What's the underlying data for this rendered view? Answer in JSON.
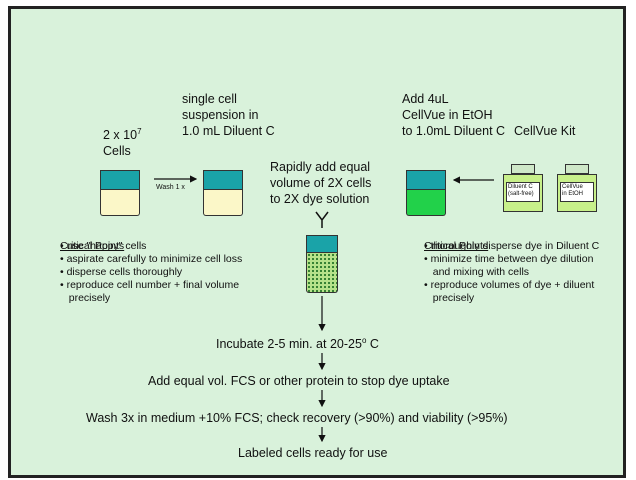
{
  "steps": {
    "cells_count": "2 x 10",
    "cells_exp": "7",
    "cells_word": "Cells",
    "single_cell": [
      "single cell",
      "suspension in",
      "1.0 mL Diluent C"
    ],
    "wash_label": "Wash 1 x",
    "add_dye": [
      "Add 4uL",
      "CellVue in EtOH",
      "to 1.0mL Diluent C"
    ],
    "kit": "CellVue Kit",
    "kit_bottle_1": [
      "Diluent C",
      "(salt-free)"
    ],
    "kit_bottle_2": [
      "CellVue",
      "in EtOH"
    ],
    "rapidly_add": [
      "Rapidly add equal",
      "volume of 2X cells",
      "to 2X dye solution"
    ],
    "incubate": "Incubate 2-5 min. at 20-25",
    "incubate_deg": "o",
    "incubate_unit": " C",
    "add_fcs": "Add equal vol. FCS or other protein to stop dye uptake",
    "wash": "Wash 3x in medium +10% FCS; check recovery (>90%) and viability (>95%)",
    "ready": "Labeled cells ready for use"
  },
  "critical_left": {
    "title": "Critical Points",
    "items": [
      "• use \"happy\" cells",
      "• aspirate carefully to minimize cell loss",
      "• disperse cells thoroughly",
      "• reproduce cell number + final volume",
      "   precisely"
    ]
  },
  "critical_right": {
    "title": "Critical Points",
    "items": [
      "• thoroughly disperse dye in Diluent C",
      "• minimize time between dye dilution",
      "   and mixing with cells",
      "• reproduce volumes of dye + diluent",
      "   precisely"
    ]
  },
  "colors": {
    "panel": "#d9f2db",
    "tube_cap": "#1aa3a8",
    "cells": "#fbf7c8",
    "dye": "#22d14a"
  }
}
